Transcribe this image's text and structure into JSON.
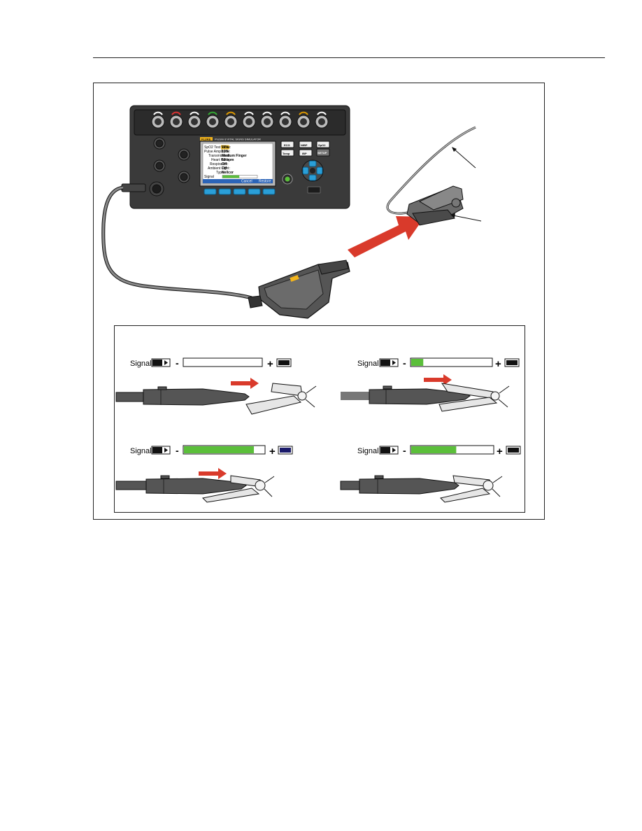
{
  "device": {
    "brand": "FLUKE",
    "model": "ProSim 8 VITAL SIGNS SIMULATOR",
    "screen": {
      "rows": [
        {
          "label": "SpO2 Test Value:",
          "value": "97%"
        },
        {
          "label": "Pulse Amplitude:",
          "value": "10%"
        },
        {
          "label": "Transmission:",
          "value": "Medium Finger"
        },
        {
          "label": "Heart Rate:",
          "value": "60 bpm"
        },
        {
          "label": "Respiration:",
          "value": "Off"
        },
        {
          "label": "Ambient Light:",
          "value": "Off"
        },
        {
          "label": "Type:",
          "value": "Nellcor"
        }
      ],
      "signal_label": "Signal",
      "softkeys": [
        "",
        "",
        "Cancel",
        "Restore"
      ]
    },
    "keys": {
      "ecg": "ECG",
      "nibp": "NIBP",
      "spo2": "SpO2",
      "setup": "SETUP",
      "temp": "Temp",
      "ibp": "IBP"
    }
  },
  "panels": [
    {
      "signal_label": "Signal",
      "minus": "-",
      "plus": "+",
      "level": 0
    },
    {
      "signal_label": "Signal",
      "minus": "-",
      "plus": "+",
      "level": 0.15
    },
    {
      "signal_label": "Signal",
      "minus": "-",
      "plus": "+",
      "level": 0.87
    },
    {
      "signal_label": "Signal",
      "minus": "-",
      "plus": "+",
      "level": 0.55
    }
  ],
  "colors": {
    "arrow": "#d93a2b",
    "signal_fill": "#5bbf3a",
    "device_body": "#3c3c3c",
    "softkey": "#2a9fd8"
  }
}
